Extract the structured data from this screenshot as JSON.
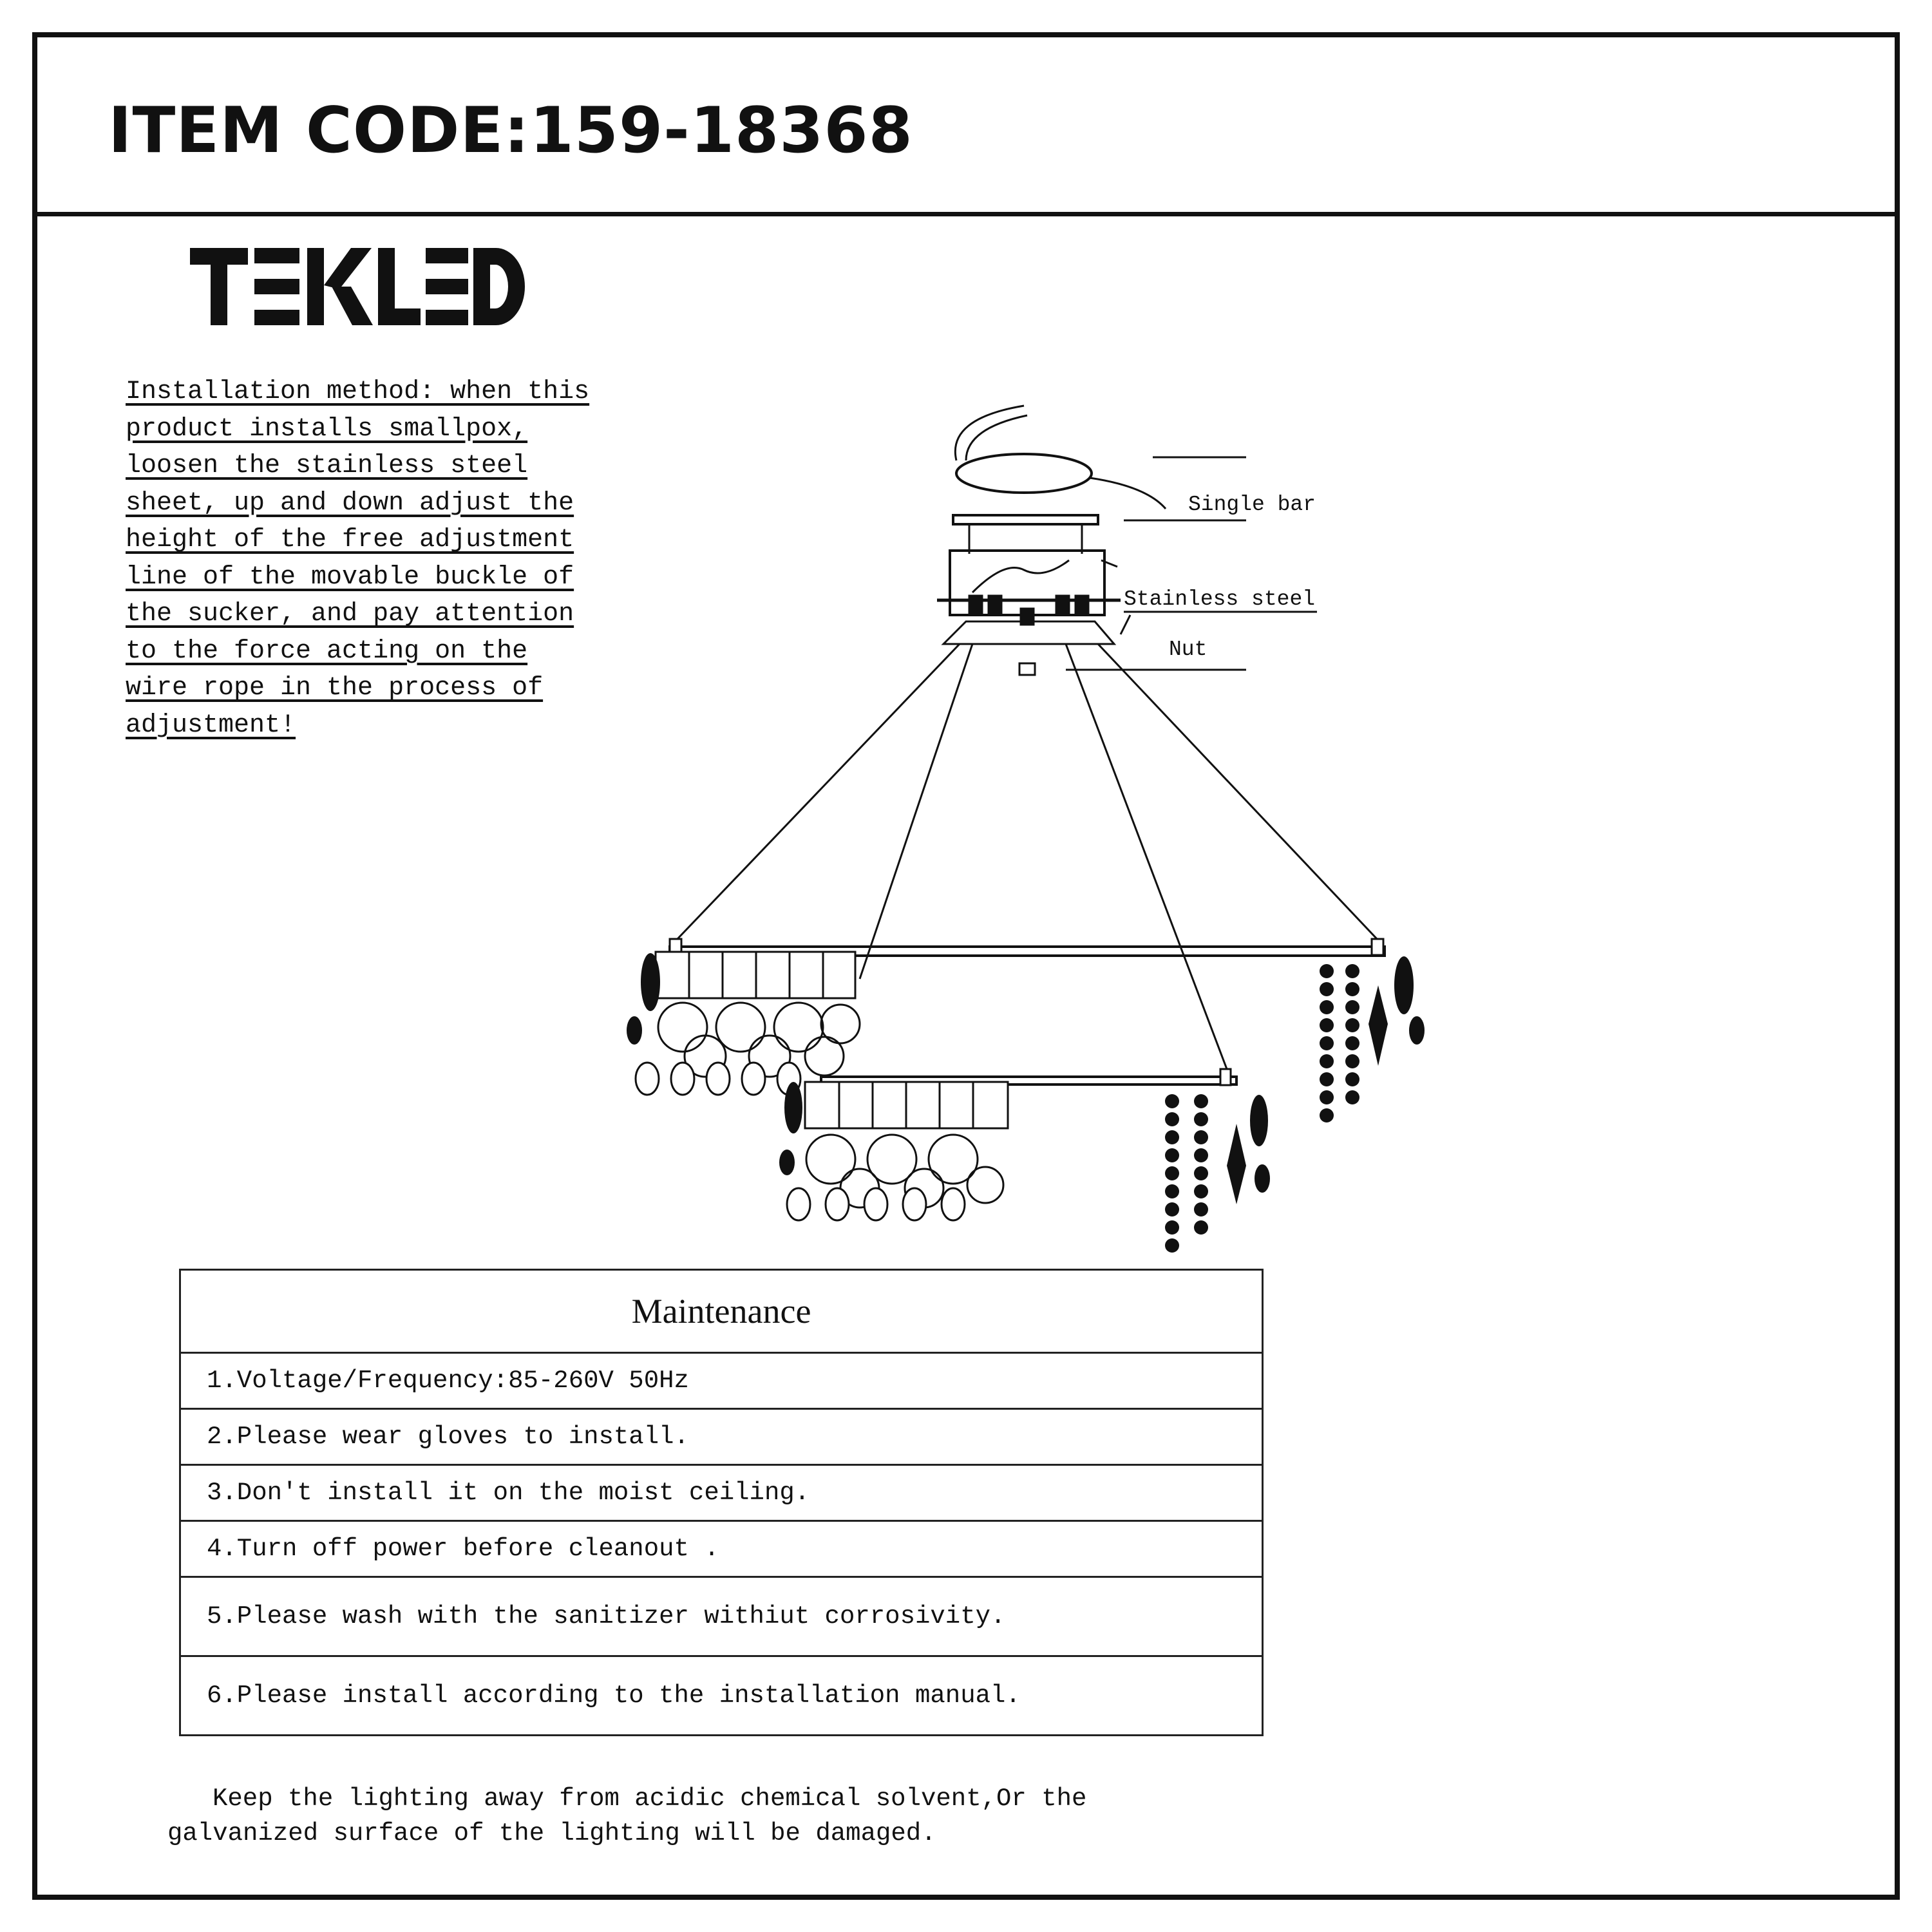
{
  "header": {
    "item_code": "ITEM CODE:159-18368"
  },
  "brand": {
    "logo_text": "TEKLED"
  },
  "installation": {
    "lines": [
      "Installation method: when this",
      "product installs smallpox,",
      "loosen the stainless steel",
      "sheet, up and down adjust the",
      "height of the free adjustment",
      "line of the movable buckle of",
      "the sucker, and pay attention",
      "to the force acting on the",
      "wire rope in the process of",
      "adjustment!"
    ]
  },
  "diagram": {
    "label_single_bar": "Single bar",
    "label_stainless_steel": "Stainless steel",
    "label_nut": "Nut"
  },
  "maintenance": {
    "title": "Maintenance",
    "items": [
      "1.Voltage/Frequency:85-260V 50Hz",
      "2.Please wear gloves to install.",
      "3.Don't install it on the moist ceiling.",
      "4.Turn off power before cleanout .",
      "5.Please wash with the sanitizer withiut corrosivity.",
      "6.Please install according to the installation manual."
    ]
  },
  "note": {
    "line1": "Keep the lighting away from acidic chemical solvent,Or the",
    "line2": "galvanized surface of the lighting will be damaged."
  }
}
